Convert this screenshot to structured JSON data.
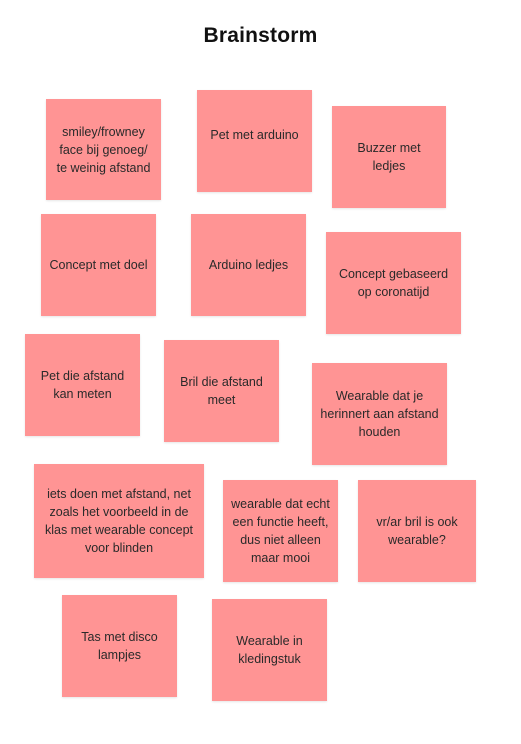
{
  "board": {
    "title": "Brainstorm",
    "accent_color": "#ff9494",
    "notes": [
      "smiley/frowney face bij genoeg/ te weinig afstand",
      "Pet met arduino",
      "Buzzer met ledjes",
      "Concept met doel",
      "Arduino ledjes",
      "Concept gebaseerd op coronatijd",
      "Pet die afstand kan meten",
      "Bril die afstand meet",
      "Wearable dat je herinnert aan afstand houden",
      "iets doen met afstand, net zoals het voorbeeld in de klas met wearable concept voor blinden",
      "wearable dat echt een functie heeft, dus niet alleen maar mooi",
      "vr/ar bril is ook wearable?",
      "Tas met disco lampjes",
      "Wearable in kledingstuk"
    ]
  }
}
